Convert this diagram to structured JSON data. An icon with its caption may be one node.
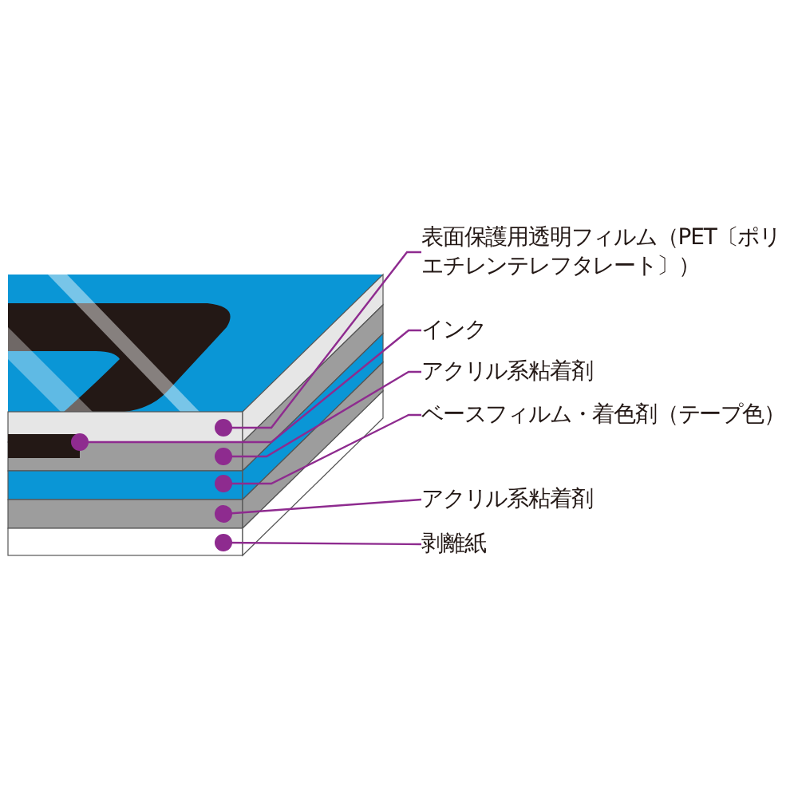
{
  "diagram": {
    "nodes": [
      {
        "text": [
          "表面保護用透明フィルム（PET〔ポリエチレンテレフタレート〕）"
        ]
      },
      {
        "text": [
          "インク"
        ]
      },
      {
        "text": [
          "アクリル系粘着剤"
        ]
      },
      {
        "text": [
          "ベースフィルム・着色剤（テープ色）"
        ]
      },
      {
        "text": [
          "アクリル系粘着剤"
        ]
      },
      {
        "text": [
          "剥離紙"
        ]
      },
      {
        "text": [],
        "shape": "bar"
      },
      {
        "text": [],
        "shape": "bar"
      },
      {
        "text": [],
        "shape": "bar"
      },
      {
        "text": [],
        "shape": "bar"
      },
      {
        "text": [],
        "shape": "bar"
      },
      {
        "text": [],
        "shape": "bar"
      }
    ],
    "edges": [
      {
        "from": 0,
        "to": 6,
        "arrow": "other"
      },
      {
        "from": 1,
        "to": 7,
        "arrow": "other"
      },
      {
        "from": 2,
        "to": 8,
        "arrow": "other"
      },
      {
        "from": 3,
        "to": 9,
        "arrow": "other"
      },
      {
        "from": 4,
        "to": 10,
        "arrow": "other"
      },
      {
        "from": 5,
        "to": 11,
        "arrow": "other"
      }
    ]
  }
}
